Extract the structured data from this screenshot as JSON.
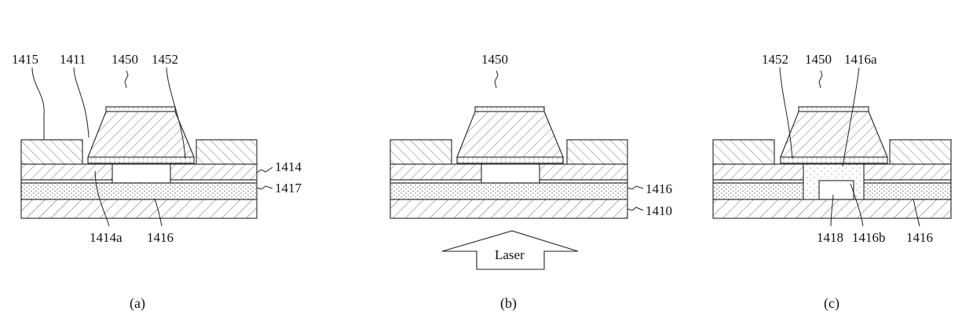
{
  "panels": {
    "a": {
      "caption": "(a)",
      "labels": {
        "l1415": "1415",
        "l1411": "1411",
        "l1450": "1450",
        "l1452": "1452",
        "l1414": "1414",
        "l1417": "1417",
        "l1414a": "1414a",
        "l1416": "1416"
      }
    },
    "b": {
      "caption": "(b)",
      "labels": {
        "l1450": "1450",
        "l1416": "1416",
        "l1410": "1410"
      },
      "arrow_text": "Laser"
    },
    "c": {
      "caption": "(c)",
      "labels": {
        "l1452": "1452",
        "l1450": "1450",
        "l1416a": "1416a",
        "l1418": "1418",
        "l1416b": "1416b",
        "l1416": "1416"
      }
    }
  },
  "colors": {
    "line": "#222222",
    "hatch": "#555555",
    "dots": "#666666"
  }
}
